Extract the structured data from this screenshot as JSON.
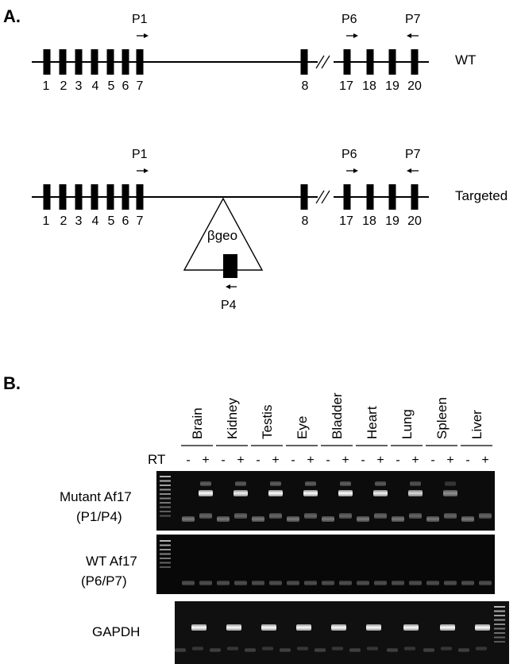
{
  "panel_a": {
    "label": "A.",
    "wt": {
      "label": "WT",
      "exon_numbers": [
        "1",
        "2",
        "3",
        "4",
        "5",
        "6",
        "7",
        "8",
        "17",
        "18",
        "19",
        "20"
      ],
      "primers": [
        "P1",
        "P6",
        "P7"
      ]
    },
    "targeted": {
      "label": "Targeted",
      "exon_numbers": [
        "1",
        "2",
        "3",
        "4",
        "5",
        "6",
        "7",
        "8",
        "17",
        "18",
        "19",
        "20"
      ],
      "primers": [
        "P1",
        "P6",
        "P7"
      ],
      "cassette": "βgeo",
      "cassette_primer": "P4"
    }
  },
  "panel_b": {
    "label": "B.",
    "rt_label": "RT",
    "rt_signs": [
      "-",
      "+"
    ],
    "tissues": [
      "Brain",
      "Kidney",
      "Testis",
      "Eye",
      "Bladder",
      "Heart",
      "Lung",
      "Spleen",
      "Liver"
    ],
    "gels": [
      {
        "name_line1": "Mutant Af17",
        "name_line2": "(P1/P4)",
        "product_intensity": [
          1.0,
          0.95,
          1.0,
          1.0,
          1.0,
          0.95,
          0.85,
          0.55,
          0.0
        ]
      },
      {
        "name_line1": "WT Af17",
        "name_line2": "(P6/P7)",
        "product_intensity": [
          0,
          0,
          0,
          0,
          0,
          0,
          0,
          0,
          0
        ]
      },
      {
        "name_line1": "GAPDH",
        "name_line2": "",
        "product_intensity": [
          1,
          1,
          1,
          1,
          1,
          1,
          1,
          1,
          1
        ]
      }
    ]
  }
}
